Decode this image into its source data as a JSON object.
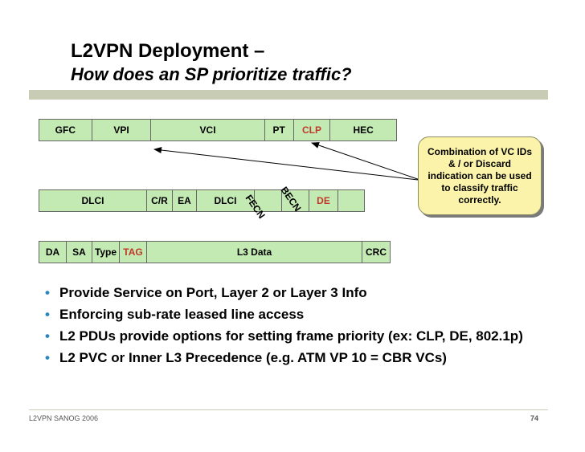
{
  "title": {
    "line1": "L2VPN Deployment –",
    "line2": "How does an SP prioritize traffic?"
  },
  "atm_frame": {
    "fields": [
      {
        "label": "GFC",
        "highlight": false
      },
      {
        "label": "VPI",
        "highlight": false
      },
      {
        "label": "VCI",
        "highlight": false
      },
      {
        "label": "PT",
        "highlight": false
      },
      {
        "label": "CLP",
        "highlight": true
      },
      {
        "label": "HEC",
        "highlight": false
      }
    ]
  },
  "fr_frame": {
    "fields": [
      {
        "label": "DLCI",
        "highlight": false
      },
      {
        "label": "C/R",
        "highlight": false
      },
      {
        "label": "EA",
        "highlight": false
      },
      {
        "label": "DLCI",
        "highlight": false
      },
      {
        "label": "FECN",
        "highlight": false
      },
      {
        "label": "BECN",
        "highlight": false
      },
      {
        "label": "DE",
        "highlight": true
      }
    ]
  },
  "eth_frame": {
    "fields": [
      {
        "label": "DA",
        "highlight": false
      },
      {
        "label": "SA",
        "highlight": false
      },
      {
        "label": "Type",
        "highlight": false
      },
      {
        "label": "TAG",
        "highlight": true
      },
      {
        "label": "L3 Data",
        "highlight": false
      },
      {
        "label": "CRC",
        "highlight": false
      }
    ]
  },
  "callout": {
    "text": "Combination of VC IDs & / or Discard indication can be used to classify traffic correctly."
  },
  "bullets": [
    "Provide Service on Port, Layer 2 or Layer 3 Info",
    "Enforcing sub-rate leased line access",
    "L2 PDUs provide options for setting frame priority (ex: CLP, DE, 802.1p)",
    "L2 PVC or Inner L3 Precedence (e.g. ATM VP 10 = CBR VCs)"
  ],
  "footer": {
    "left": "L2VPN  SANOG 2006",
    "page": "74"
  },
  "colors": {
    "frame_fill": "#c4eab4",
    "highlight_text": "#c0392b",
    "callout_fill": "#fbf3a9",
    "bullet": "#2e86c1"
  }
}
